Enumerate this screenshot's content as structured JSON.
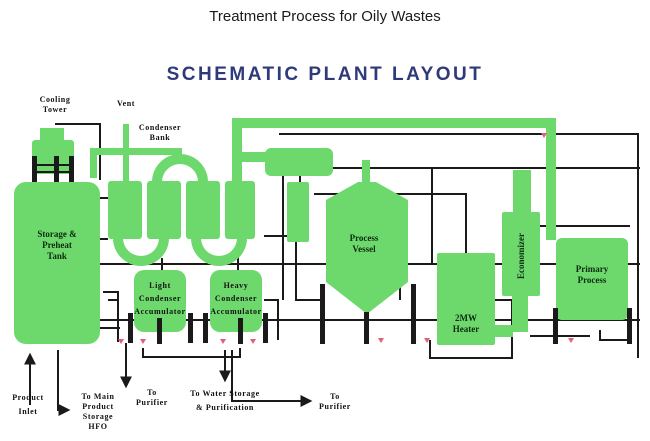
{
  "title": "Treatment Process for Oily Wastes",
  "heading": "SCHEMATIC PLANT LAYOUT",
  "colors": {
    "equipment": "#6dd96d",
    "equipment_shade": "#5cc85c",
    "pipe": "#1a1a1a",
    "valve": "#e0607a",
    "heading": "#2f3a7a"
  },
  "labels": {
    "cooling_tower": [
      "Cooling",
      "Tower"
    ],
    "vent": "Vent",
    "condenser_bank": [
      "Condenser",
      "Bank"
    ],
    "storage_tank": [
      "Storage &",
      "Preheat",
      "Tank"
    ],
    "light_accumulator": [
      "Light",
      "Condenser",
      "Accumulator"
    ],
    "heavy_accumulator": [
      "Heavy",
      "Condenser",
      "Accumulator"
    ],
    "process_vessel": [
      "Process",
      "Vessel"
    ],
    "heater": [
      "2MW",
      "Heater"
    ],
    "economizer": "Economizer",
    "primary_process": [
      "Primary",
      "Process"
    ],
    "product_inlet": [
      "Product",
      "Inlet"
    ],
    "to_main_storage": [
      "To Main",
      "Product",
      "Storage",
      "HFO"
    ],
    "to_purifier_1": [
      "To",
      "Purifier"
    ],
    "to_water_storage": [
      "To Water Storage",
      "& Purification"
    ],
    "to_purifier_2": [
      "To",
      "Purifier"
    ]
  }
}
